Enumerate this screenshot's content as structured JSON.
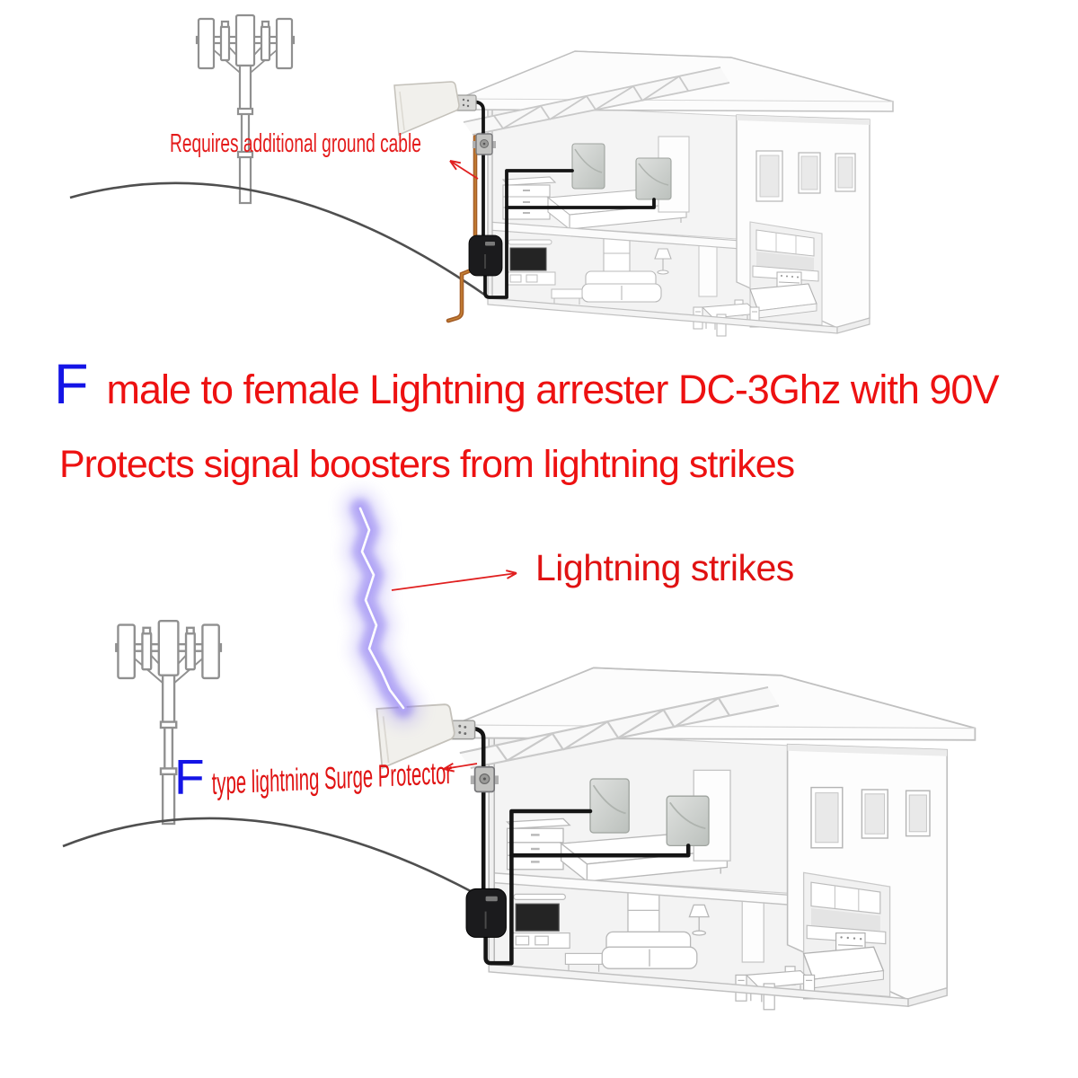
{
  "image_type": "annotated product diagram",
  "colors": {
    "annotation_red": "#ed1111",
    "annotation_blue": "#1414e6",
    "ground_cable_brown": "#a45d27",
    "coax_cable_black": "#151515",
    "lightning_glow_purple": "#8575ea",
    "lineart_gray": "#bdbdbd"
  },
  "top_scene": {
    "ground_cable_label": "Requires additional ground cable",
    "graphics": [
      "cell-tower",
      "hill",
      "outdoor-antenna",
      "ground-cable",
      "surge-protector-device",
      "signal-booster-device",
      "cutaway-house",
      "indoor-panel-antennas"
    ]
  },
  "headline": {
    "prefix": "F",
    "rest": "male to female Lightning arrester DC-3Ghz with 90V"
  },
  "subheadline": "Protects signal boosters from lightning strikes",
  "bottom_scene": {
    "lightning_label": "Lightning strikes",
    "surge_label_prefix": "F",
    "surge_label_rest": "type lightning Surge Protector",
    "graphics": [
      "cell-tower",
      "hill",
      "lightning-bolt",
      "outdoor-antenna",
      "surge-protector-device",
      "signal-booster-device",
      "cutaway-house",
      "indoor-panel-antennas"
    ]
  }
}
